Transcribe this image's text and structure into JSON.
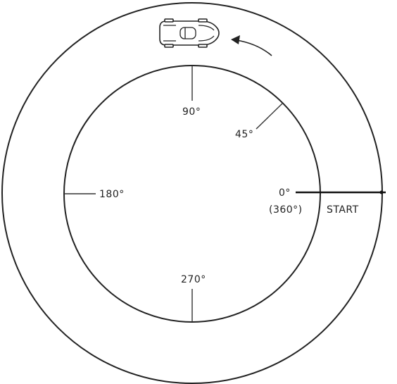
{
  "labels": {
    "deg_0": "0°",
    "deg_360": "(360°)",
    "start": "START",
    "deg_45": "45°",
    "deg_90": "90°",
    "deg_180": "180°",
    "deg_270": "270°"
  },
  "colors": {
    "line": "#222222",
    "background": "#ffffff"
  },
  "icons": {
    "car": "race-car-icon",
    "direction": "counterclockwise-arrow-icon"
  }
}
